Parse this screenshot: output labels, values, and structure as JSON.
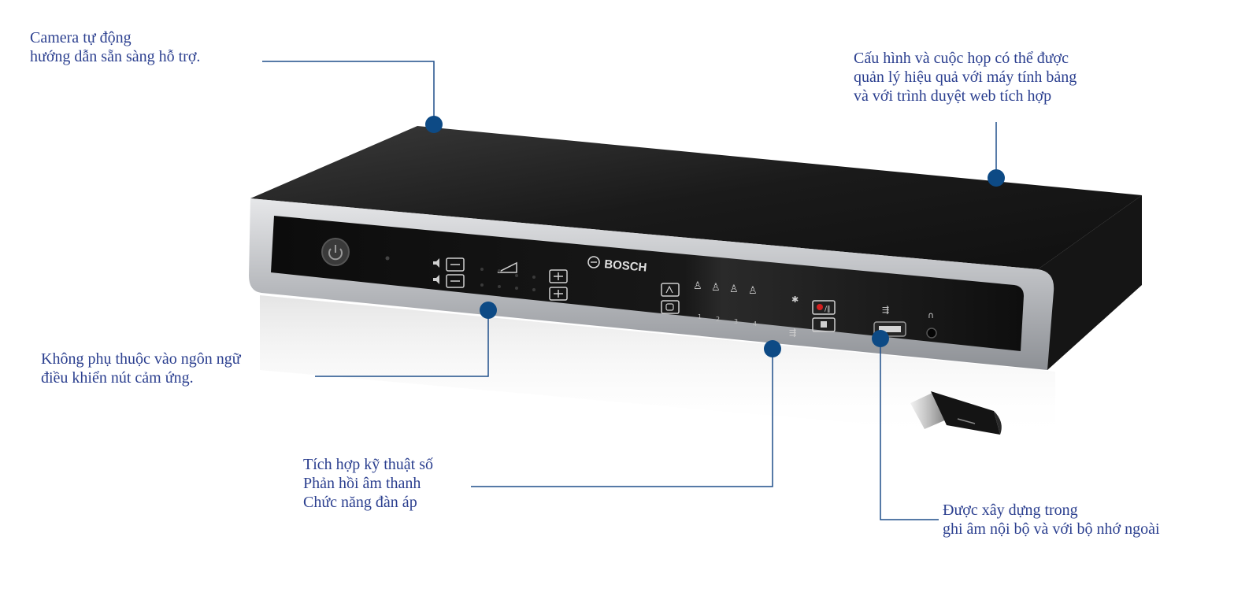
{
  "device": {
    "brand": "BOSCH",
    "port_labels": [
      "1",
      "2",
      "3",
      "4"
    ]
  },
  "callouts": {
    "camera": {
      "lines": [
        "Camera tự động",
        "hướng dẫn sẵn sàng hỗ trợ."
      ]
    },
    "config": {
      "lines": [
        "Cấu hình và cuộc họp có thể được",
        "quản lý hiệu quả với máy tính bảng",
        "và với trình duyệt web tích hợp"
      ]
    },
    "language": {
      "lines": [
        "Không phụ thuộc vào ngôn ngữ",
        "điều khiển nút cảm ứng."
      ]
    },
    "digital": {
      "lines": [
        "Tích hợp kỹ thuật số",
        "Phản hồi âm thanh",
        "Chức năng đàn áp"
      ]
    },
    "recording": {
      "lines": [
        "Được xây dựng trong",
        "ghi âm nội bộ và với bộ nhớ ngoài"
      ]
    }
  },
  "colors": {
    "text": "#2b3f8f",
    "leader_line": "#1f4f8a",
    "dot": "#0d4a85",
    "device_body": "#1b1b1b",
    "device_bezel": "#c9cbce"
  }
}
